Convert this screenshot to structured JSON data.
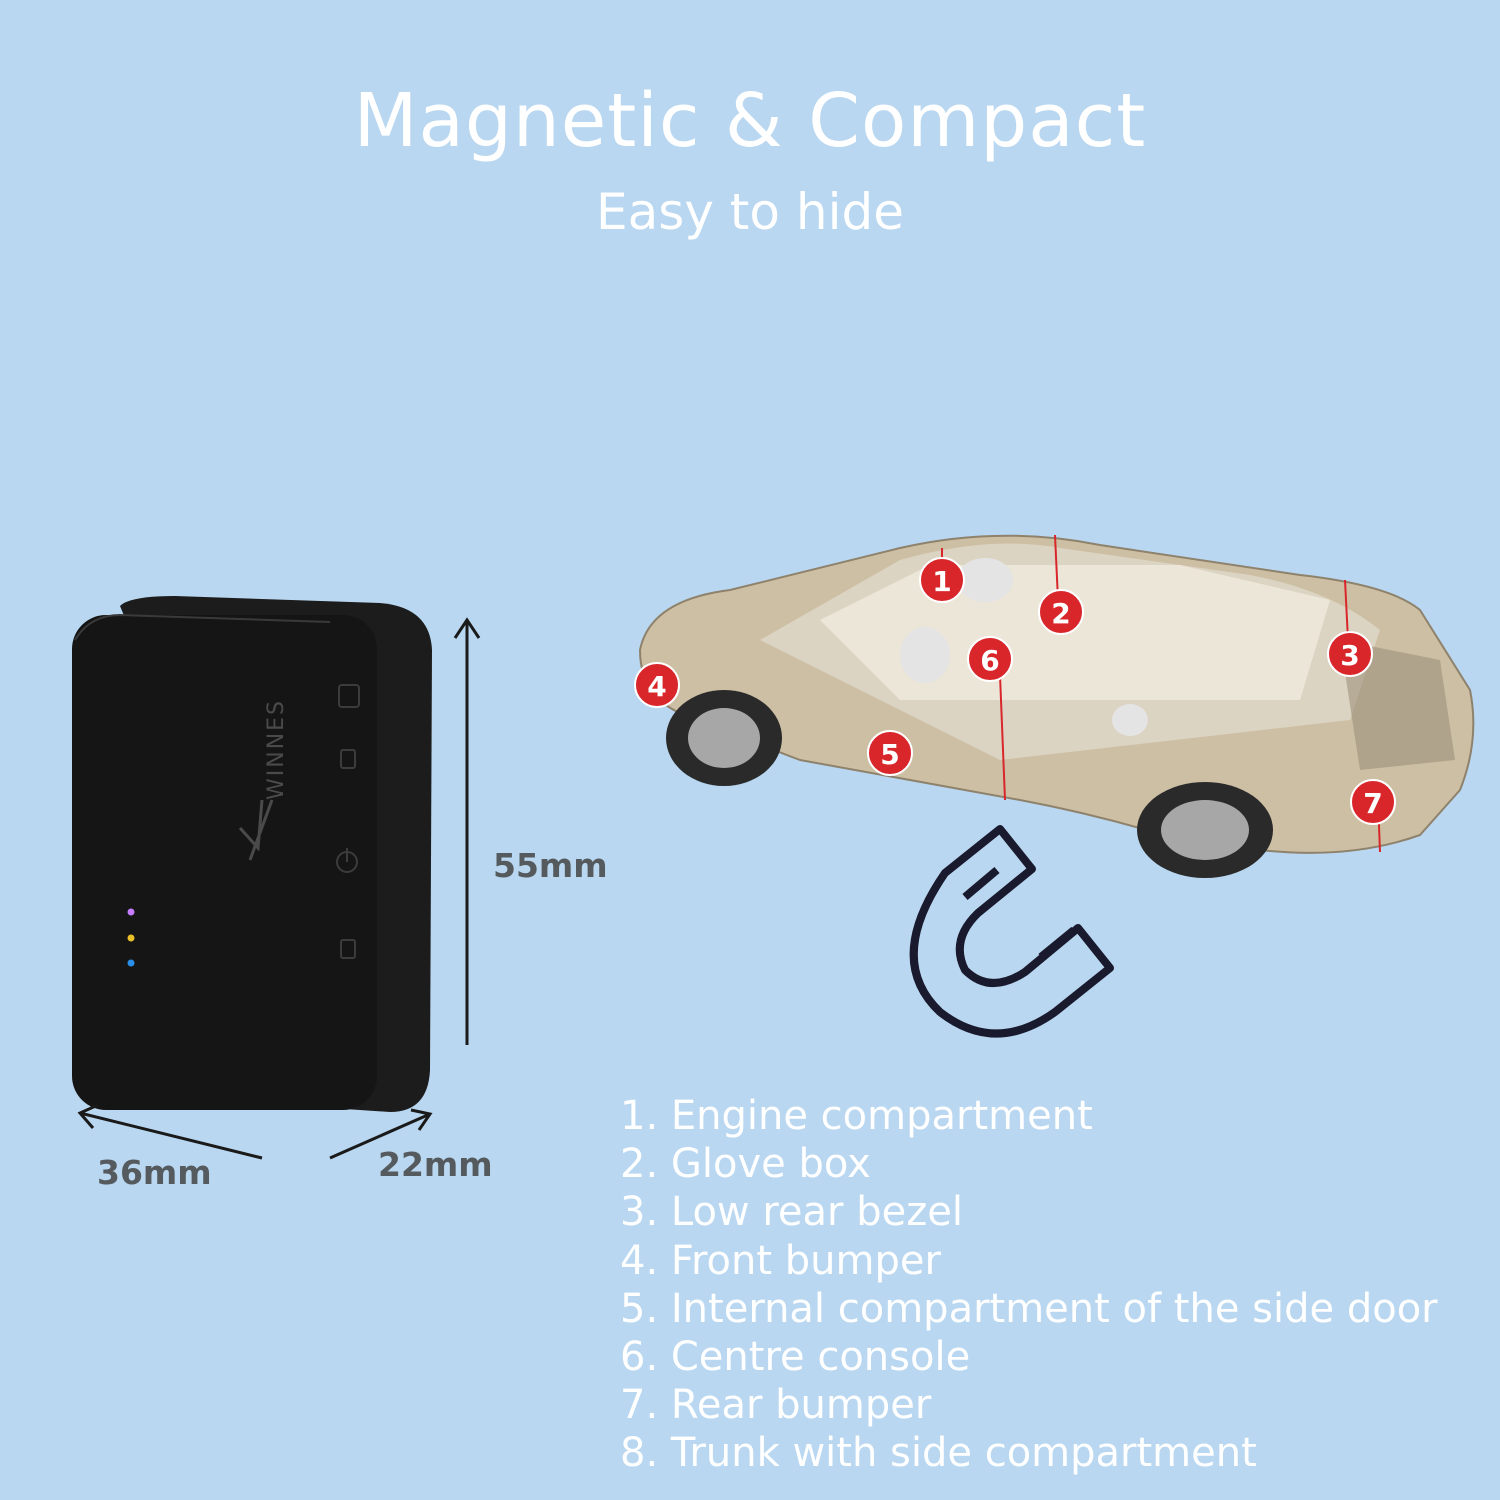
{
  "header": {
    "title": "Magnetic  &  Compact",
    "subtitle": "Easy to hide"
  },
  "device": {
    "brand": "WINNES",
    "led_colors": [
      "#c77cff",
      "#e8c12a",
      "#2a8fe8"
    ]
  },
  "dimensions": {
    "height_label": "55mm",
    "width_label": "36mm",
    "depth_label": "22mm"
  },
  "car_markers": [
    "1",
    "2",
    "3",
    "4",
    "5",
    "6",
    "7"
  ],
  "locations": [
    "1. Engine compartment",
    "2. Glove box",
    "3. Low rear bezel",
    "4. Front bumper",
    "5. Internal compartment of the side door",
    "6. Centre console",
    "7. Rear bumper",
    "8. Trunk with side compartment"
  ],
  "colors": {
    "background": "#b9d7f0",
    "marker": "#d8262b",
    "device": "#141414"
  }
}
